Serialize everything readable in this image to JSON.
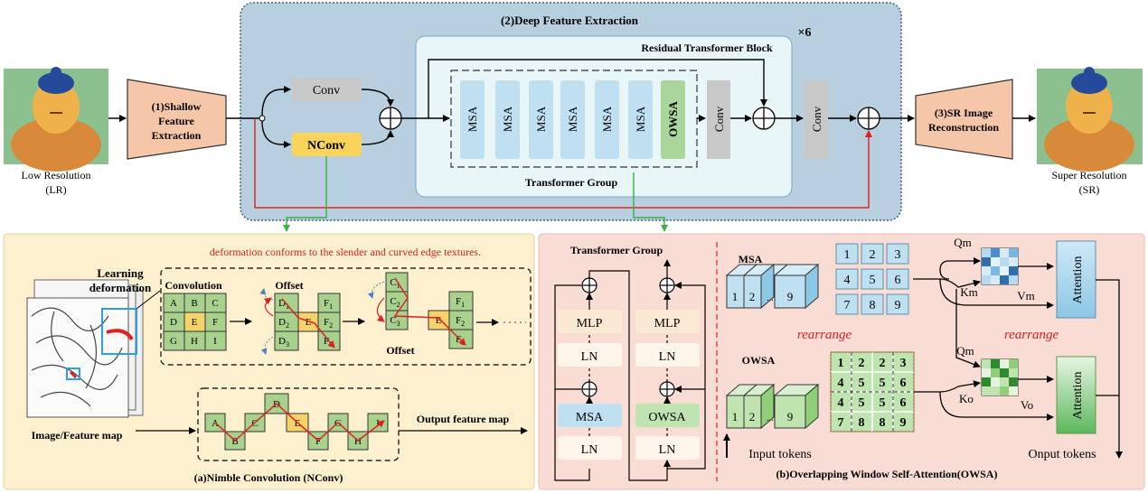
{
  "colors": {
    "deep_panel": "#b7cfdf",
    "residual_panel": "#e9f6f7",
    "msa_box": "#bfe0f1",
    "owsa_box": "#a9d69a",
    "conv_gray": "#c8c8c8",
    "nconv_yellow": "#f9d35a",
    "stage_orange": "#f6c6a8",
    "panel_a_bg": "#fdf0cf",
    "panel_b_bg": "#f9ddd4",
    "grid_green": "#a9d18e",
    "center_yellow": "#f6d26b",
    "red_accent": "#e02020",
    "green_accent": "#3cb043"
  },
  "images": {
    "lr_image": "buddha-portrait-icon",
    "sr_image": "buddha-portrait-icon",
    "texture_image": "tibetan-texture-stack-icon"
  },
  "top": {
    "deep_title": "(2)Deep Feature Extraction",
    "times6": "×6",
    "residual_title": "Residual Transformer Block",
    "transformer_group_label": "Transformer Group",
    "conv": "Conv",
    "nconv": "NConv",
    "msa": "MSA",
    "owsa": "OWSA",
    "shallow": [
      "(1)Shallow",
      "Feature",
      "Extraction"
    ],
    "recon": [
      "(3)SR Image",
      "Reconstruction"
    ],
    "lr_caption": [
      "Low Resolution",
      "(LR)"
    ],
    "sr_caption": [
      "Super Resolution",
      "(SR)"
    ]
  },
  "panel_a": {
    "note": "deformation conforms to the slender and curved edge textures.",
    "learning": [
      "Learning",
      "deformation"
    ],
    "convolution": "Convolution",
    "offset": "Offset",
    "grid": [
      "A",
      "B",
      "C",
      "D",
      "E",
      "F",
      "G",
      "H",
      "I"
    ],
    "offset_mid": "E",
    "d_labels": [
      "D",
      "D",
      "D"
    ],
    "f_labels": [
      "F",
      "F",
      "F"
    ],
    "c_labels": [
      "C",
      "C",
      "C"
    ],
    "subs": [
      "1",
      "2",
      "3"
    ],
    "chain": [
      "A",
      "B",
      "C",
      "D",
      "E",
      "F",
      "G",
      "H",
      "I"
    ],
    "image_label": "Image/Feature map",
    "output_label": "Output feature map",
    "caption": "(a)Nimble Convolution (NConv)"
  },
  "panel_b": {
    "tg_title": "Transformer Group",
    "mlp": "MLP",
    "ln": "LN",
    "msa": "MSA",
    "owsa": "OWSA",
    "msa_label": "MSA",
    "owsa_label": "OWSA",
    "token_front": [
      "1",
      "2",
      "9"
    ],
    "token_dots": "...",
    "msa_grid": [
      "1",
      "2",
      "3",
      "4",
      "5",
      "6",
      "7",
      "8",
      "9"
    ],
    "owsa_grid": [
      "1",
      "2",
      "2",
      "3",
      "4",
      "5",
      "5",
      "6",
      "4",
      "5",
      "5",
      "6",
      "7",
      "8",
      "8",
      "9"
    ],
    "rearrange": "rearrange",
    "qm": "Qm",
    "km": "Km",
    "vm": "Vm",
    "ko": "Ko",
    "vo": "Vo",
    "attention": "Attention",
    "input_tokens": "Input tokens",
    "output_tokens": "Onput tokens",
    "caption": "(b)Overlapping Window Self-Attention(OWSA)"
  }
}
